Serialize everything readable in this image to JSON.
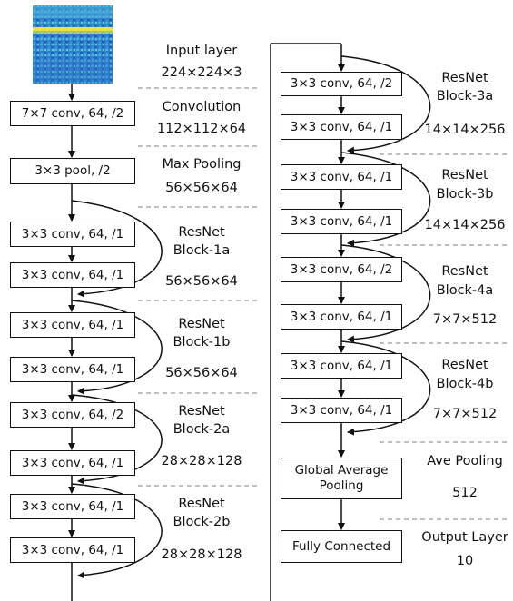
{
  "input": {
    "title": "Input layer",
    "dims": "224×224×3"
  },
  "left_column": {
    "conv1": {
      "box": "7×7 conv, 64, /2",
      "title": "Convolution",
      "dims": "112×112×64"
    },
    "pool": {
      "box": "3×3 pool, /2",
      "title": "Max Pooling",
      "dims": "56×56×64"
    },
    "block1a": {
      "box1": "3×3 conv, 64, /1",
      "box2": "3×3 conv, 64, /1",
      "title_1": "ResNet",
      "title_2": "Block-1a",
      "dims": "56×56×64"
    },
    "block1b": {
      "box1": "3×3 conv, 64, /1",
      "box2": "3×3 conv, 64, /1",
      "title_1": "ResNet",
      "title_2": "Block-1b",
      "dims": "56×56×64"
    },
    "block2a": {
      "box1": "3×3 conv, 64, /2",
      "box2": "3×3 conv, 64, /1",
      "title_1": "ResNet",
      "title_2": "Block-2a",
      "dims": "28×28×128"
    },
    "block2b": {
      "box1": "3×3 conv, 64, /1",
      "box2": "3×3 conv, 64, /1",
      "title_1": "ResNet",
      "title_2": "Block-2b",
      "dims": "28×28×128"
    }
  },
  "right_column": {
    "block3a": {
      "box1": "3×3 conv, 64, /2",
      "box2": "3×3 conv, 64, /1",
      "title_1": "ResNet",
      "title_2": "Block-3a",
      "dims": "14×14×256"
    },
    "block3b": {
      "box1": "3×3 conv, 64, /1",
      "box2": "3×3 conv, 64, /1",
      "title_1": "ResNet",
      "title_2": "Block-3b",
      "dims": "14×14×256"
    },
    "block4a": {
      "box1": "3×3 conv, 64, /2",
      "box2": "3×3 conv, 64, /1",
      "title_1": "ResNet",
      "title_2": "Block-4a",
      "dims": "7×7×512"
    },
    "block4b": {
      "box1": "3×3 conv, 64, /1",
      "box2": "3×3 conv, 64, /1",
      "title_1": "ResNet",
      "title_2": "Block-4b",
      "dims": "7×7×512"
    },
    "gap": {
      "box_1": "Global Average",
      "box_2": "Pooling",
      "title": "Ave Pooling",
      "dims": "512"
    },
    "fc": {
      "box": "Fully Connected",
      "title": "Output Layer",
      "dims": "10"
    }
  }
}
